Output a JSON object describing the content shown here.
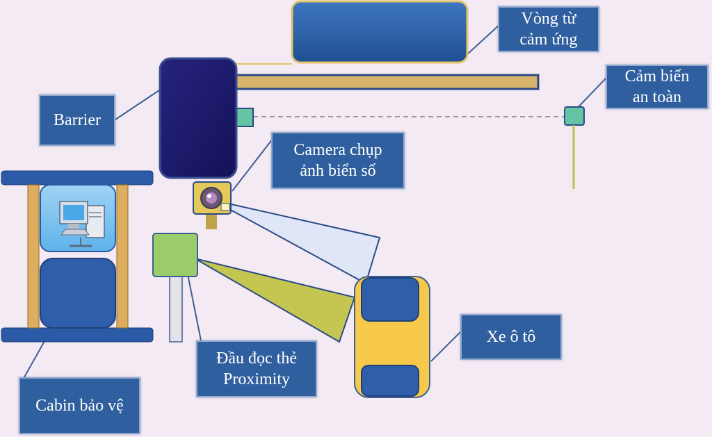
{
  "labels": {
    "loop": [
      "Vòng từ",
      "cảm ứng"
    ],
    "safety_sensor": [
      "Cảm biến",
      "an toàn"
    ],
    "barrier": "Barrier",
    "camera": [
      "Camera chụp",
      "ảnh biển số"
    ],
    "car": "Xe ô tô",
    "reader": [
      "Đầu đọc thẻ",
      "Proximity"
    ],
    "cabin": "Cabin bảo vệ"
  },
  "icons": {
    "computer": "computer-icon",
    "camera": "camera-icon"
  },
  "colors": {
    "background": "#f3eaf3",
    "label_fill": "#2f5f9e",
    "barrier_body": "#1c1a6b",
    "arm_gold": "#d9b56b",
    "loop_fill": "#2c5ea6",
    "sensor_teal": "#64c4a4",
    "reader_green": "#9ccc6a",
    "car_yellow": "#f6c94a"
  }
}
